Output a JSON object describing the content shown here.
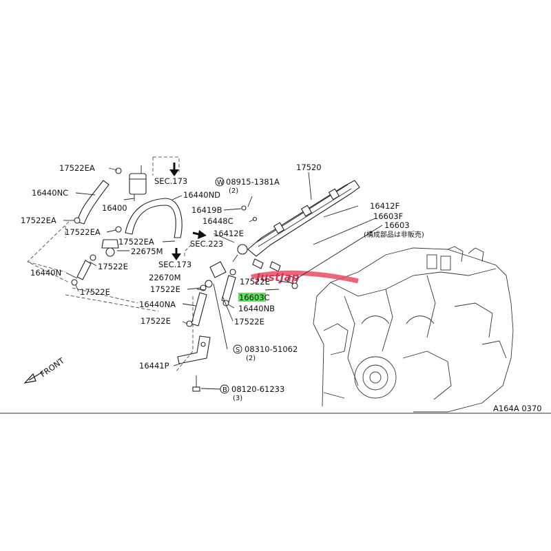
{
  "diagram": {
    "labels": {
      "p17522ea_top": "17522EA",
      "p16440nc": "16440NC",
      "p16400": "16400",
      "p17522ea_l": "17522EA",
      "p17522ea_m": "17522EA",
      "p17522ea_r": "17522EA",
      "p22675m": "22675M",
      "p17522e_a": "17522E",
      "p16440n": "16440N",
      "p17522e_b": "17522E",
      "sec173_top": "SEC.173",
      "p16440nd": "16440ND",
      "sec223": "SEC.223",
      "sec173_mid": "SEC.173",
      "p22670m": "22670M",
      "p17522e_c": "17522E",
      "p16440na": "16440NA",
      "p17522e_d": "17522E",
      "p16441p": "16441P",
      "w_bolt": "08915-1381A",
      "w_bolt_qty": "(2)",
      "p16419b": "16419B",
      "p16448c": "16448C",
      "p16412e": "16412E",
      "p17522e_e": "17522E",
      "p16603c": "16603C",
      "p16440nb": "16440NB",
      "p17522e_f": "17522E",
      "s_bolt": "08310-51062",
      "s_bolt_qty": "(2)",
      "b_bolt": "08120-61233",
      "b_bolt_qty": "(3)",
      "p17520": "17520",
      "p16412f": "16412F",
      "p16603f": "16603F",
      "p16603": "16603",
      "p16603_note": "(構成部品は非販売)",
      "front": "FRONT",
      "code": "A164A 0370",
      "w_mark": "W",
      "s_mark": "S",
      "b_mark": "B"
    },
    "watermark": "JustJap",
    "highlight_color": "#5be35b"
  }
}
